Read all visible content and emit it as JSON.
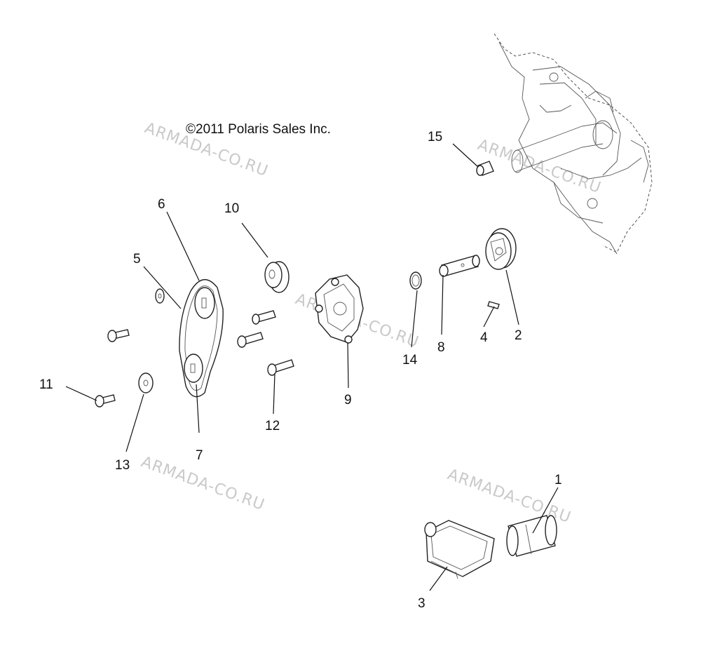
{
  "copyright": "©2011 Polaris Sales Inc.",
  "watermark": "ARMADA-CO.RU",
  "callouts": [
    {
      "id": "1",
      "label": "1"
    },
    {
      "id": "2",
      "label": "2"
    },
    {
      "id": "3",
      "label": "3"
    },
    {
      "id": "4",
      "label": "4"
    },
    {
      "id": "5",
      "label": "5"
    },
    {
      "id": "6",
      "label": "6"
    },
    {
      "id": "7",
      "label": "7"
    },
    {
      "id": "8",
      "label": "8"
    },
    {
      "id": "9",
      "label": "9"
    },
    {
      "id": "10",
      "label": "10"
    },
    {
      "id": "11",
      "label": "11"
    },
    {
      "id": "12",
      "label": "12"
    },
    {
      "id": "13",
      "label": "13"
    },
    {
      "id": "14",
      "label": "14"
    },
    {
      "id": "15",
      "label": "15"
    }
  ]
}
